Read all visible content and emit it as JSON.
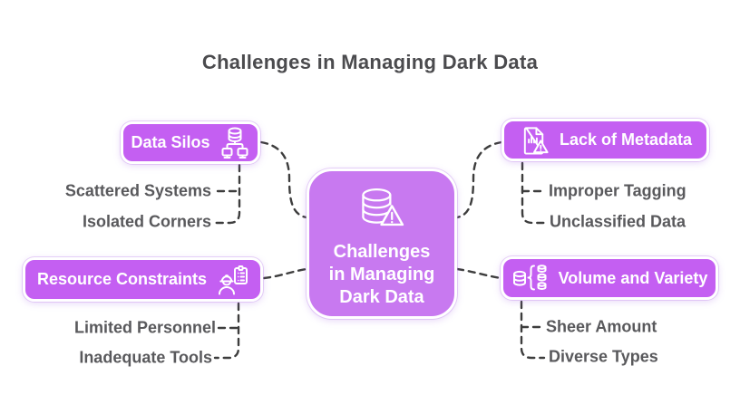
{
  "title": "Challenges in Managing Dark Data",
  "center": {
    "lines": [
      "Challenges",
      "in Managing",
      "Dark Data"
    ],
    "icon": "database-warning-icon"
  },
  "branches": [
    {
      "label": "Data Silos",
      "icon": "database-network-icon",
      "children": [
        "Scattered Systems",
        "Isolated Corners"
      ]
    },
    {
      "label": "Lack of Metadata",
      "icon": "document-chart-warning-icon",
      "children": [
        "Improper Tagging",
        "Unclassified Data"
      ]
    },
    {
      "label": "Resource Constraints",
      "icon": "worker-clipboard-icon",
      "children": [
        "Limited Personnel",
        "Inadequate Tools"
      ]
    },
    {
      "label": "Volume and Variety",
      "icon": "database-branch-icon",
      "children": [
        "Sheer Amount",
        "Diverse Types"
      ]
    }
  ],
  "colors": {
    "branch_fill": "#c45ff2",
    "center_fill": "#c879f0",
    "node_border": "#ffffff",
    "connector": "#3d3d3d",
    "node_text": "#ffffff",
    "sub_label_text": "#59595c",
    "title_text": "#4b4b4e",
    "background": "#ffffff"
  }
}
